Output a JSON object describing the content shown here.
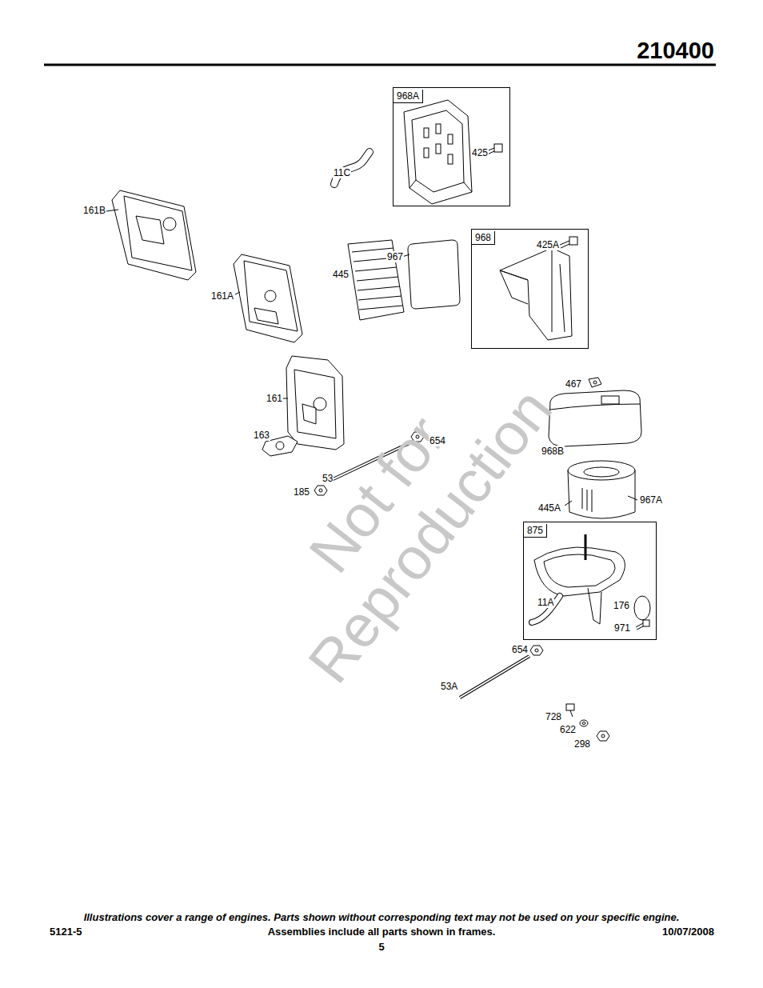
{
  "diagram": {
    "title": "210400",
    "nodes": [
      {
        "text": [
          "968A"
        ]
      },
      {
        "text": [
          "968"
        ]
      },
      {
        "text": [
          "875"
        ]
      }
    ],
    "labels": [
      "Not for Reproduction",
      "425",
      "11C",
      "161B",
      "425A",
      "967",
      "445",
      "161A",
      "161",
      "467",
      "163",
      "654",
      "968B",
      "53",
      "185",
      "967A",
      "445A",
      "11A",
      "176",
      "971",
      "654",
      "53A",
      "728",
      "622",
      "298",
      "Illustrations cover a range of engines. Parts shown without corresponding text may not be used on your specific engine.",
      "5121-5",
      "Assemblies include all parts shown in frames.",
      "10/07/2008",
      "5"
    ]
  }
}
